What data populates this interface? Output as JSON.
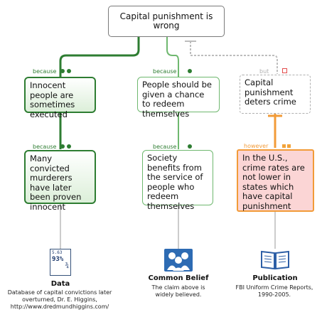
{
  "root_claim": "Capital punishment is wrong",
  "reasons": {
    "left": {
      "label": "because",
      "text": "Innocent people are sometimes executed",
      "sub_label": "because",
      "sub_text": "Many convicted murderers have later been proven innocent",
      "source_name": "Data",
      "source_desc": "Database of capital convictions later overturned, Dr. E. Higgins, http://www.dredmundhiggins.com/"
    },
    "middle": {
      "label": "because",
      "text": "People should be given a chance to redeem themselves",
      "sub_label": "because",
      "sub_text": "Society benefits from the service of people who redeem themselves",
      "source_name": "Common Belief",
      "source_desc": "The claim above is widely believed."
    },
    "right": {
      "label": "but",
      "text": "Capital punishment deters crime",
      "sub_label": "however",
      "sub_text": "In the U.S., crime rates are not lower in states which have capital punishment",
      "source_name": "Publication",
      "source_desc": "FBI Uniform Crime Reports, 1990-2005."
    }
  },
  "data_icon": {
    "line1": "5.63",
    "line2": "93%",
    "line3": "¾"
  },
  "colors": {
    "support": "#2e7d32",
    "support_light": "#6fb86f",
    "objection": "#f29b38",
    "objection_fill": "#fbd5d5",
    "neutral": "#b0b0b0"
  }
}
